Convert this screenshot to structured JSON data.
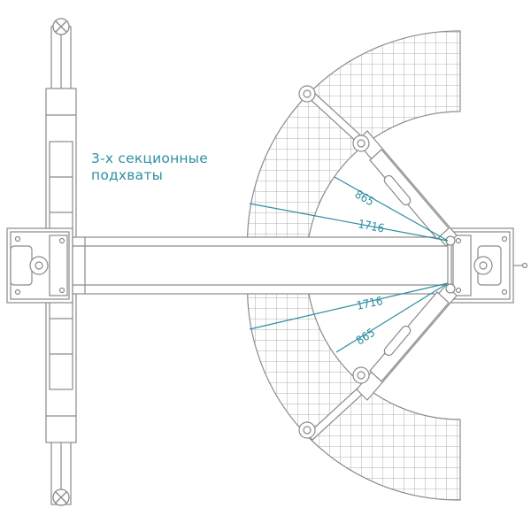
{
  "caption": {
    "line1": "3-х секционные",
    "line2": "подхваты"
  },
  "dimensions": {
    "upper_inner": "865",
    "upper_outer": "1716",
    "lower_outer": "1716",
    "lower_inner": "865"
  },
  "colors": {
    "line": "#8a8a8a",
    "annotation": "#2f8ea3",
    "background": "#ffffff"
  },
  "icons": {
    "column_top": "crossed-circle-icon",
    "column_bottom": "crossed-circle-icon",
    "pivot": "pivot-bolt-icon"
  }
}
